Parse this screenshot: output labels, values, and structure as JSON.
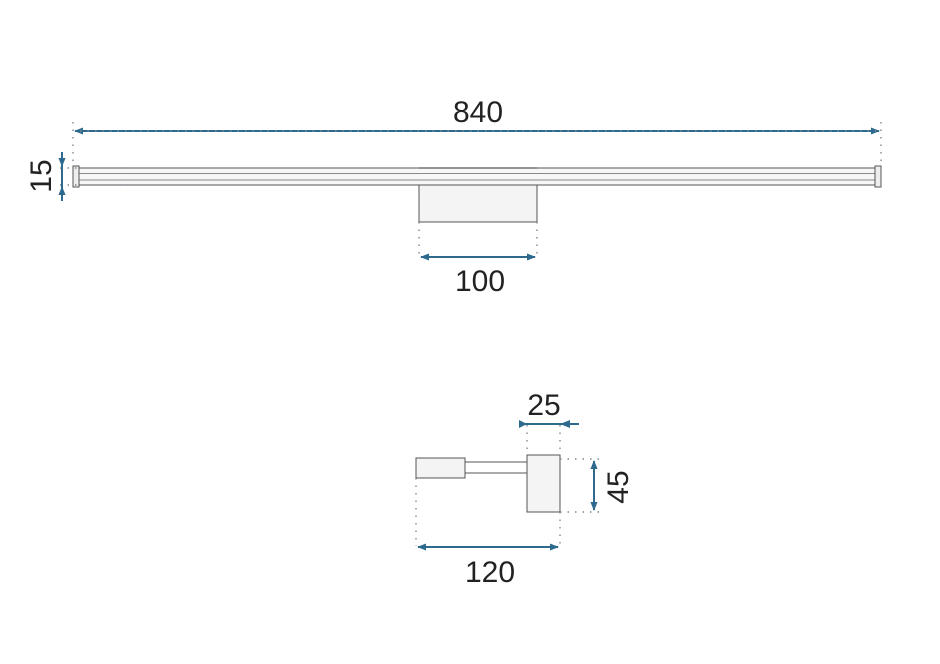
{
  "colors": {
    "dimension": "#2e6a8e",
    "outline": "#555555",
    "body_fill": "#f4f4f4",
    "text": "#222222"
  },
  "dimensions": {
    "length": "840",
    "height": "15",
    "mount_width": "100",
    "arm_thickness": "25",
    "side_height": "45",
    "depth": "120"
  }
}
